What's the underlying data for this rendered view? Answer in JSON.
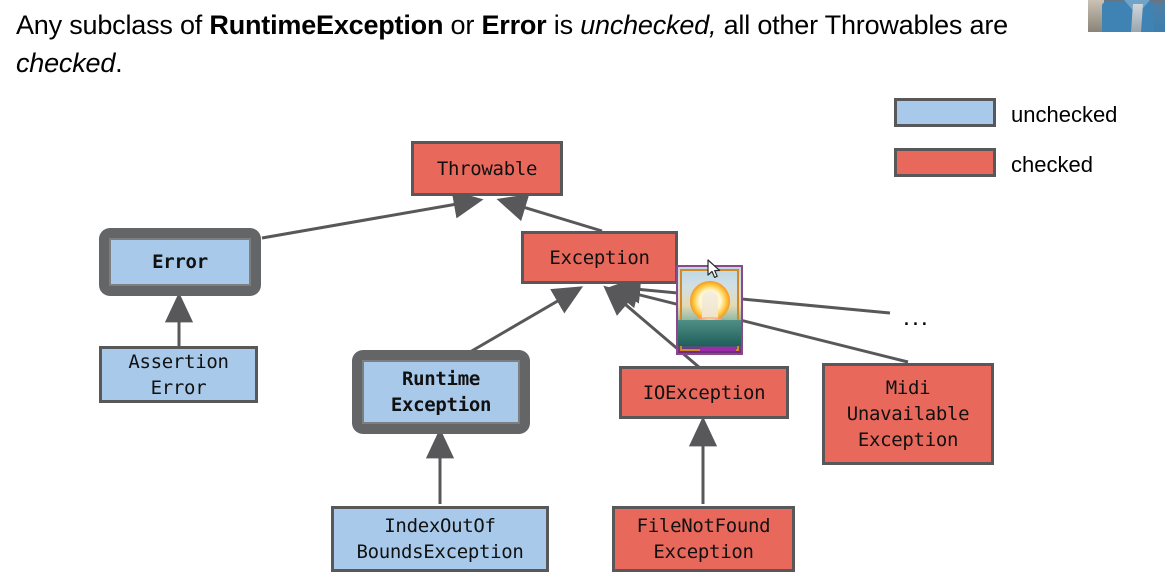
{
  "slide": {
    "heading": {
      "segments": [
        {
          "text": "Any subclass of ",
          "style": "normal"
        },
        {
          "text": "RuntimeException",
          "style": "bold"
        },
        {
          "text": " or ",
          "style": "normal"
        },
        {
          "text": "Error",
          "style": "bold"
        },
        {
          "text": " is ",
          "style": "normal"
        },
        {
          "text": "unchecked,",
          "style": "italic"
        },
        {
          "text": " all other Throwables are ",
          "style": "normal"
        },
        {
          "text": "checked",
          "style": "italic"
        },
        {
          "text": ".",
          "style": "normal"
        }
      ],
      "plain": "Any subclass of RuntimeException or Error is unchecked, all other Throwables are checked."
    },
    "legend": {
      "items": [
        {
          "label": "unchecked",
          "color": "#a8c9e9"
        },
        {
          "label": "checked",
          "color": "#e8685b"
        }
      ]
    },
    "colors": {
      "unchecked_fill": "#a8c9e9",
      "checked_fill": "#e8685b",
      "node_border": "#58585a",
      "highlight_frame": "#646567",
      "arrow": "#58585a",
      "background": "#ffffff",
      "text": "#111111"
    },
    "ellipsis": "...",
    "nodes": [
      {
        "id": "throwable",
        "label": "Throwable",
        "kind": "checked",
        "highlighted": false
      },
      {
        "id": "error",
        "label": "Error",
        "kind": "unchecked",
        "highlighted": true
      },
      {
        "id": "exception",
        "label": "Exception",
        "kind": "checked",
        "highlighted": false
      },
      {
        "id": "assertion-error",
        "label": "Assertion\nError",
        "kind": "unchecked",
        "highlighted": false
      },
      {
        "id": "runtime-exception",
        "label": "Runtime\nException",
        "kind": "unchecked",
        "highlighted": true
      },
      {
        "id": "io-exception",
        "label": "IOException",
        "kind": "checked",
        "highlighted": false
      },
      {
        "id": "midi-exception",
        "label": "Midi\nUnavailable\nException",
        "kind": "checked",
        "highlighted": false
      },
      {
        "id": "index-oob",
        "label": "IndexOutOf\nBoundsException",
        "kind": "unchecked",
        "highlighted": false
      },
      {
        "id": "file-not-found",
        "label": "FileNotFound\nException",
        "kind": "checked",
        "highlighted": false
      }
    ],
    "edges": [
      {
        "from": "error",
        "to": "throwable"
      },
      {
        "from": "exception",
        "to": "throwable"
      },
      {
        "from": "runtime-exception",
        "to": "exception"
      },
      {
        "from": "io-exception",
        "to": "exception"
      },
      {
        "from": "midi-exception",
        "to": "exception"
      },
      {
        "from": "more-subclasses",
        "to": "exception"
      },
      {
        "from": "assertion-error",
        "to": "error"
      },
      {
        "from": "index-oob",
        "to": "runtime-exception"
      },
      {
        "from": "file-not-found",
        "to": "io-exception"
      }
    ],
    "images": [
      {
        "id": "deity-image",
        "description": "deity-on-lotus-picture"
      },
      {
        "id": "presenter-thumb",
        "description": "presenter-webcam-thumbnail"
      }
    ]
  }
}
